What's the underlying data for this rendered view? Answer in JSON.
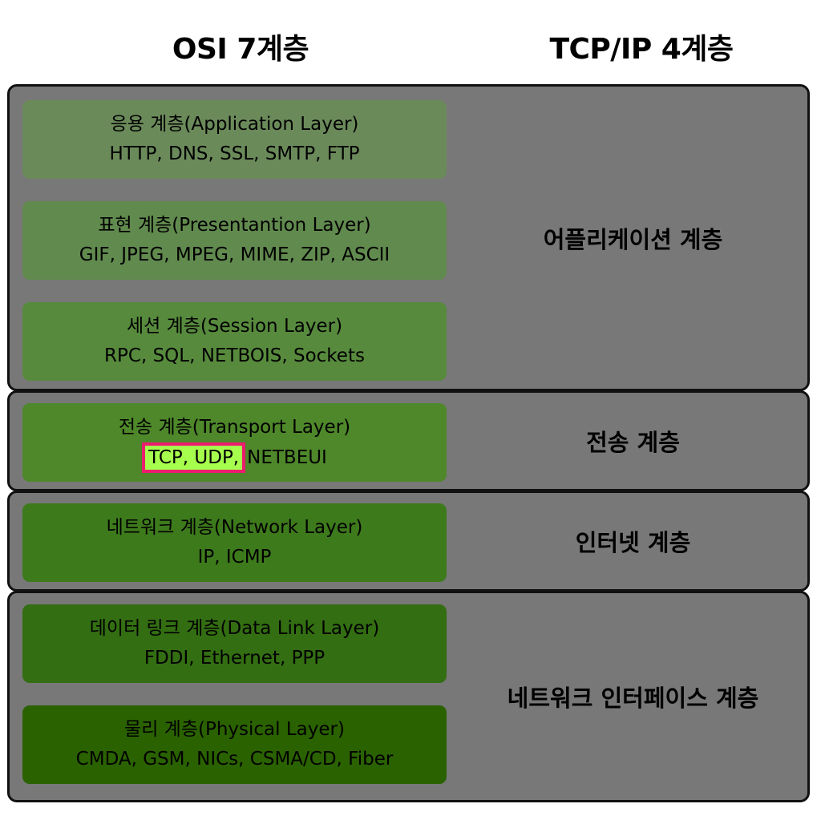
{
  "header": {
    "osi_title": "OSI 7계층",
    "tcpip_title": "TCP/IP 4계층"
  },
  "osi_layers": [
    {
      "name": "응용 계층(Application Layer)",
      "protocols": "HTTP, DNS, SSL, SMTP, FTP"
    },
    {
      "name": "표현 계층(Presentantion Layer)",
      "protocols": "GIF, JPEG, MPEG, MIME, ZIP, ASCII"
    },
    {
      "name": "세션 계층(Session Layer)",
      "protocols": "RPC, SQL, NETBOIS, Sockets"
    },
    {
      "name": "전송 계층(Transport Layer)",
      "protocols_highlighted": "TCP, UDP,",
      "protocols": "NETBEUI"
    },
    {
      "name": "네트워크 계층(Network Layer)",
      "protocols": "IP, ICMP"
    },
    {
      "name": "데이터 링크 계층(Data Link Layer)",
      "protocols": "FDDI, Ethernet, PPP"
    },
    {
      "name": "물리 계층(Physical Layer)",
      "protocols": "CMDA, GSM, NICs, CSMA/CD, Fiber"
    }
  ],
  "tcpip_layers": [
    {
      "label": "어플리케이션 계층"
    },
    {
      "label": "전송 계층"
    },
    {
      "label": "인터넷 계층"
    },
    {
      "label": "네트워크 인터페이스 계층"
    }
  ],
  "colors": {
    "group_bg": "#787878",
    "highlight_bg": "#a6ff4d",
    "highlight_border": "#ec1c6e"
  }
}
